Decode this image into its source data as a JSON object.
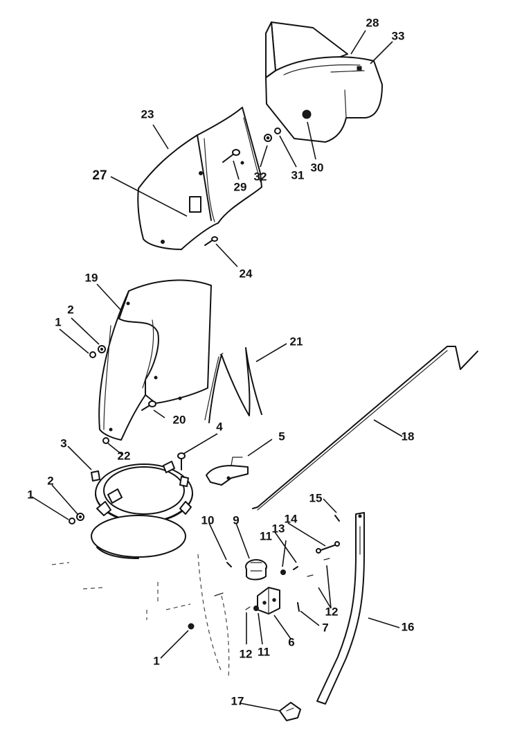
{
  "diagram": {
    "callouts": [
      {
        "id": "c28",
        "label": "28"
      },
      {
        "id": "c33",
        "label": "33"
      },
      {
        "id": "c23",
        "label": "23"
      },
      {
        "id": "c27",
        "label": "27"
      },
      {
        "id": "c29",
        "label": "29"
      },
      {
        "id": "c32",
        "label": "32"
      },
      {
        "id": "c31",
        "label": "31"
      },
      {
        "id": "c30",
        "label": "30"
      },
      {
        "id": "c24",
        "label": "24"
      },
      {
        "id": "c19",
        "label": "19"
      },
      {
        "id": "c2a",
        "label": "2"
      },
      {
        "id": "c1a",
        "label": "1"
      },
      {
        "id": "c21",
        "label": "21"
      },
      {
        "id": "c20",
        "label": "20"
      },
      {
        "id": "c4",
        "label": "4"
      },
      {
        "id": "c5",
        "label": "5"
      },
      {
        "id": "c3",
        "label": "3"
      },
      {
        "id": "c22",
        "label": "22"
      },
      {
        "id": "c18",
        "label": "18"
      },
      {
        "id": "c2b",
        "label": "2"
      },
      {
        "id": "c1b",
        "label": "1"
      },
      {
        "id": "c15",
        "label": "15"
      },
      {
        "id": "c10",
        "label": "10"
      },
      {
        "id": "c9",
        "label": "9"
      },
      {
        "id": "c14",
        "label": "14"
      },
      {
        "id": "c11a",
        "label": "11"
      },
      {
        "id": "c13",
        "label": "13"
      },
      {
        "id": "c12a",
        "label": "12"
      },
      {
        "id": "c7",
        "label": "7"
      },
      {
        "id": "c16",
        "label": "16"
      },
      {
        "id": "c6",
        "label": "6"
      },
      {
        "id": "c12b",
        "label": "12"
      },
      {
        "id": "c11b",
        "label": "11"
      },
      {
        "id": "c1c",
        "label": "1"
      },
      {
        "id": "c17",
        "label": "17"
      }
    ]
  }
}
